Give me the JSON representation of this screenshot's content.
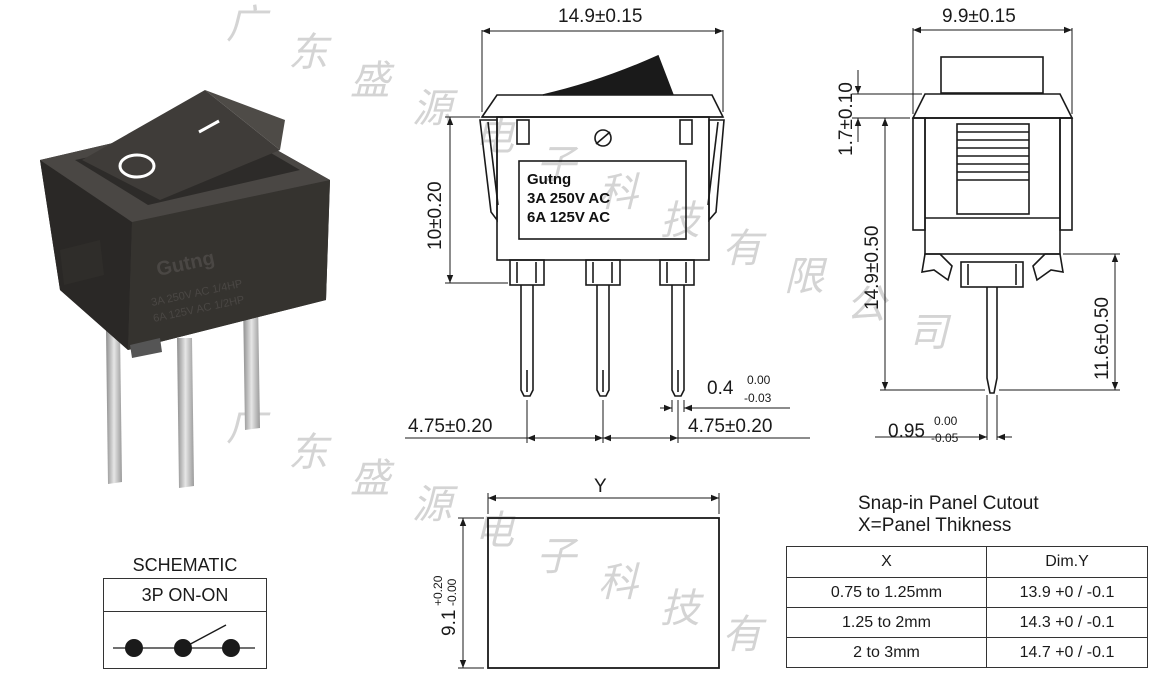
{
  "watermark": {
    "text_row1": [
      "广",
      "东",
      "盛",
      "源",
      "电",
      "子",
      "科",
      "技",
      "有",
      "限",
      "公",
      "司"
    ],
    "text_row2": [
      "广",
      "东",
      "盛",
      "源",
      "电",
      "子",
      "科",
      "技",
      "有"
    ]
  },
  "photo": {
    "rocker_off_symbol": "O",
    "rocker_on_symbol": "|",
    "body_brand": "Gutng"
  },
  "front_view": {
    "width_dim": "14.9±0.15",
    "height_dim": "10±0.20",
    "label_lines": [
      "Gutng",
      "3A 250V AC",
      "6A 125V AC"
    ],
    "pin_pitch_left": "4.75±0.20",
    "pin_pitch_right": "4.75±0.20",
    "pin_thickness": "0.4",
    "pin_thickness_tol_upper": "0.00",
    "pin_thickness_tol_lower": "-0.03"
  },
  "side_view": {
    "width_dim": "9.9±0.15",
    "rocker_height_dim": "1.7±0.10",
    "body_height_dim": "14.9±0.50",
    "pin_length_dim": "11.6±0.50",
    "pin_width": "0.95",
    "pin_width_tol_upper": "0.00",
    "pin_width_tol_lower": "-0.05"
  },
  "cutout": {
    "y_label": "Y",
    "x_dim": "9.1",
    "x_tol_upper": "+0.20",
    "x_tol_lower": "-0.00"
  },
  "schematic": {
    "title": "SCHEMATIC",
    "type": "3P ON-ON"
  },
  "cutout_table": {
    "title_line1": "Snap-in Panel Cutout",
    "title_line2": "X=Panel Thikness",
    "headers": [
      "X",
      "Dim.Y"
    ],
    "rows": [
      [
        "0.75 to 1.25mm",
        "13.9 +0 / -0.1"
      ],
      [
        "1.25 to 2mm",
        "14.3 +0 / -0.1"
      ],
      [
        "2 to 3mm",
        "14.7 +0 / -0.1"
      ]
    ]
  },
  "colors": {
    "body": "#3b3937",
    "body_dark": "#2a2826",
    "pin": "#b9b9b9",
    "watermark": "#d4d4d4"
  }
}
